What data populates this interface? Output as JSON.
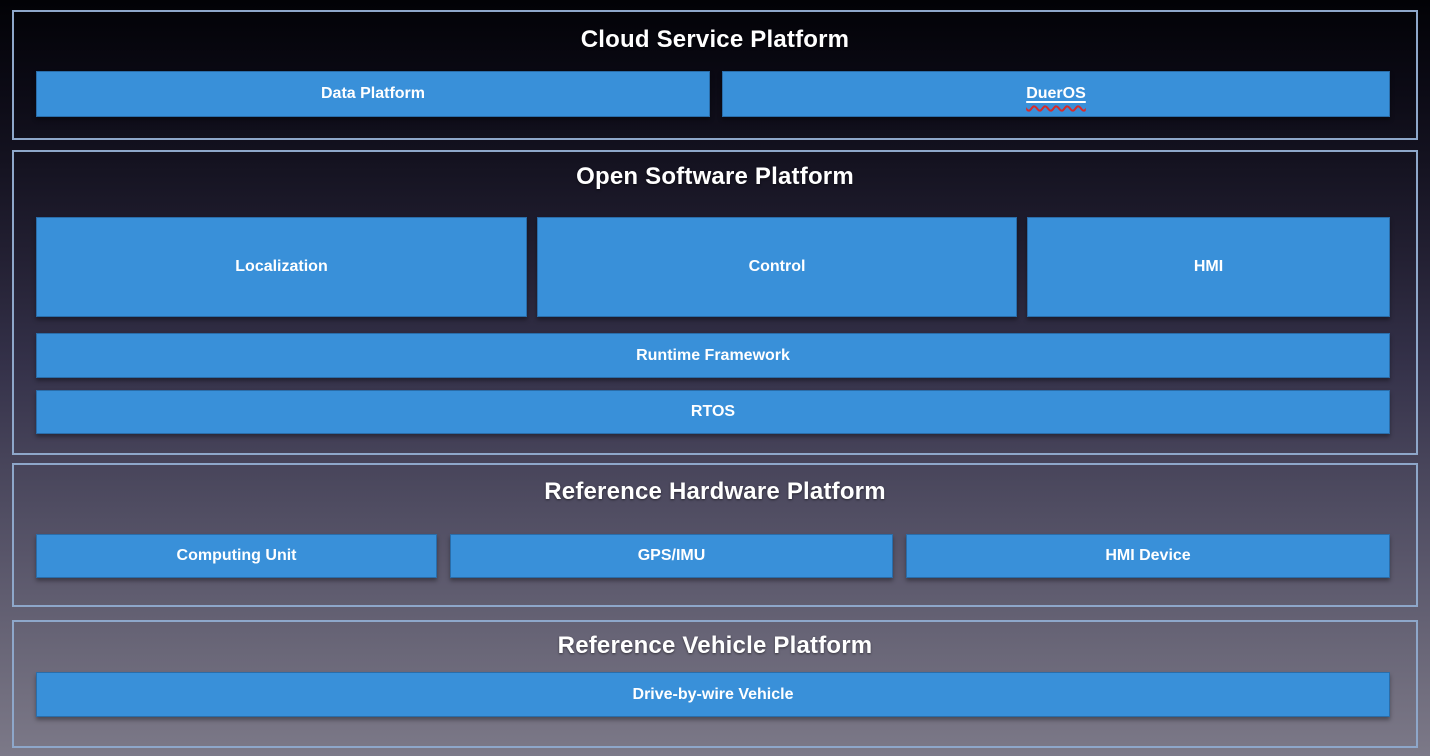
{
  "theme": {
    "box_blue": "#3990d9",
    "section_border": "#8ea7ca",
    "label_text": "#ffffff",
    "squiggle_red": "#d92b2b",
    "background_top": "#020206",
    "background_bottom": "#7c7988"
  },
  "sections": [
    {
      "title": "Cloud Service Platform",
      "boxes": [
        {
          "label": "Data Platform"
        },
        {
          "label": "DuerOS",
          "decoration": "white underline with red spell-check squiggle"
        }
      ]
    },
    {
      "title": "Open Software Platform",
      "boxes": [
        {
          "label": "Localization"
        },
        {
          "label": "Control"
        },
        {
          "label": "HMI"
        },
        {
          "label": "Runtime Framework"
        },
        {
          "label": "RTOS"
        }
      ]
    },
    {
      "title": "Reference Hardware Platform",
      "boxes": [
        {
          "label": "Computing Unit"
        },
        {
          "label": "GPS/IMU"
        },
        {
          "label": "HMI Device"
        }
      ]
    },
    {
      "title": "Reference Vehicle Platform",
      "boxes": [
        {
          "label": "Drive-by-wire Vehicle"
        }
      ]
    }
  ]
}
